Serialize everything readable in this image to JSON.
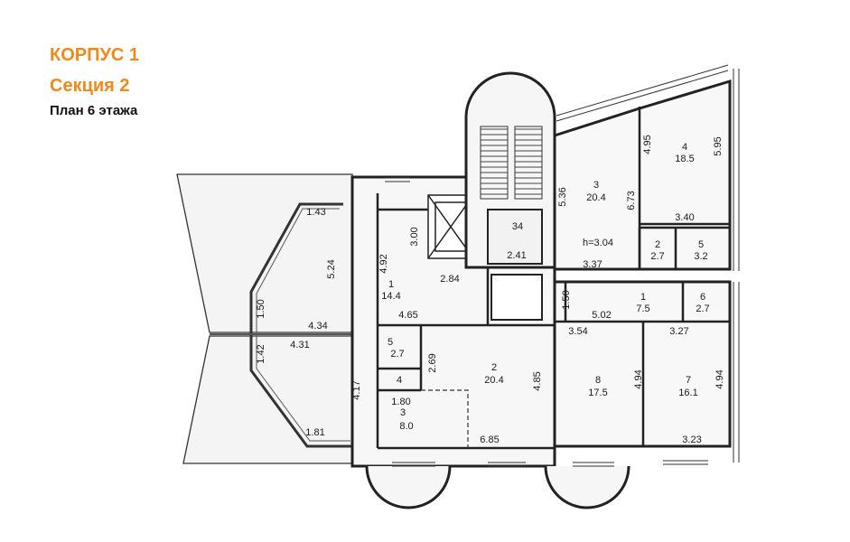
{
  "header": {
    "building": "КОРПУС 1",
    "section": "Секция 2",
    "floor_plan": "План 6 этажа"
  },
  "plan": {
    "height_note": "h=3.04",
    "staircase_room": "34",
    "rooms": [
      {
        "number": "1",
        "area": "14.4"
      },
      {
        "number": "2",
        "area": "20.4"
      },
      {
        "number": "3",
        "area": "8.0"
      },
      {
        "number": "4",
        "area": ""
      },
      {
        "number": "5",
        "area": "2.7"
      },
      {
        "number": "3",
        "area": "20.4"
      },
      {
        "number": "4",
        "area": "18.5"
      },
      {
        "number": "2",
        "area": "2.7"
      },
      {
        "number": "5",
        "area": "3.2"
      },
      {
        "number": "1",
        "area": "7.5"
      },
      {
        "number": "6",
        "area": "2.7"
      },
      {
        "number": "8",
        "area": "17.5"
      },
      {
        "number": "7",
        "area": "16.1"
      }
    ],
    "dimensions": [
      "1.43",
      "5.24",
      "1.50",
      "4.34",
      "4.31",
      "1.42",
      "4.17",
      "1.81",
      "4.92",
      "3.00",
      "2.84",
      "4.65",
      "2.41",
      "2.69",
      "1.80",
      "6.85",
      "4.85",
      "5.36",
      "6.73",
      "4.95",
      "5.95",
      "3.40",
      "3.37",
      "1.50",
      "5.02",
      "3.54",
      "3.27",
      "4.94",
      "4.94",
      "3.23"
    ]
  }
}
